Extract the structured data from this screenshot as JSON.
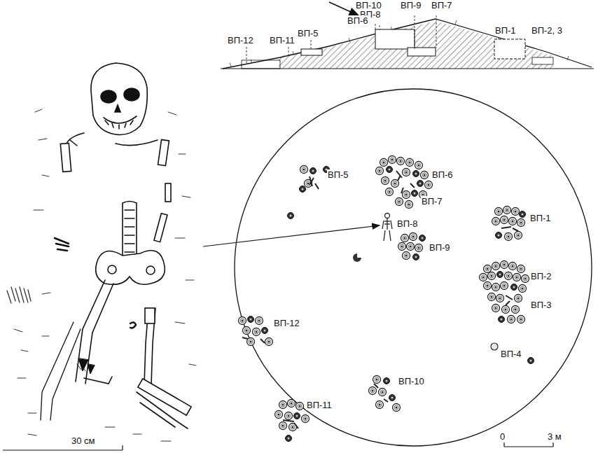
{
  "diagram": {
    "labels": [
      "ВП-10",
      "ВП-8",
      "ВП-9",
      "ВП-7",
      "ВП-6",
      "ВП-5",
      "ВП-12",
      "ВП-11",
      "ВП-1",
      "ВП-2, 3",
      "ВП-5",
      "ВП-6",
      "ВП-7",
      "ВП-1",
      "ВП-8",
      "ВП-9",
      "ВП-2",
      "ВП-3",
      "ВП-12",
      "ВП-4",
      "ВП-10",
      "ВП-11",
      "30 см",
      "0",
      "3 м"
    ]
  }
}
